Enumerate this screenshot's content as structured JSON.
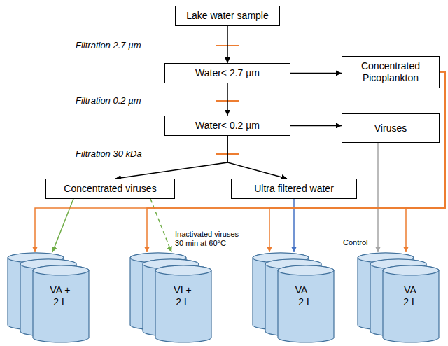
{
  "diagram": {
    "nodes": [
      {
        "text": [
          "Lake water sample"
        ]
      },
      {
        "text": [
          "Water< 2.7 µm"
        ]
      },
      {
        "text": [
          "Water< 0.2 µm"
        ]
      },
      {
        "text": [
          "Concentrated Picoplankton"
        ]
      },
      {
        "text": [
          "Viruses"
        ]
      },
      {
        "text": [
          "Concentrated viruses"
        ]
      },
      {
        "text": [
          "Ultra filtered water"
        ]
      },
      {
        "text": [
          "VA +",
          "2 L"
        ]
      },
      {
        "text": [
          "VI +",
          "2 L"
        ]
      },
      {
        "text": [
          "VA –",
          "2 L"
        ]
      },
      {
        "text": [
          "VA",
          "2 L"
        ]
      }
    ],
    "edges": [
      {
        "from": 0,
        "to": 1,
        "arrow": "to"
      },
      {
        "from": 1,
        "to": 2,
        "arrow": "to"
      },
      {
        "from": 1,
        "to": 3,
        "arrow": "to"
      },
      {
        "from": 2,
        "to": 4,
        "arrow": "to"
      },
      {
        "from": 2,
        "to": 5,
        "arrow": "to"
      },
      {
        "from": 2,
        "to": 6,
        "arrow": "to"
      },
      {
        "from": 5,
        "to": 7,
        "arrow": "to"
      },
      {
        "from": 5,
        "to": 8,
        "arrow": "to"
      },
      {
        "from": 6,
        "to": 9,
        "arrow": "to"
      },
      {
        "from": 4,
        "to": 10,
        "arrow": "to"
      },
      {
        "from": 3,
        "to": 7,
        "arrow": "to"
      },
      {
        "from": 3,
        "to": 8,
        "arrow": "to"
      },
      {
        "from": 3,
        "to": 9,
        "arrow": "to"
      },
      {
        "from": 3,
        "to": 10,
        "arrow": "to"
      }
    ],
    "labels": [
      "Filtration 2.7 µm",
      "Filtration 0.2 µm",
      "Filtration 30 kDa",
      "Inactivated viruses 30 min at 60°C",
      "Control"
    ]
  }
}
